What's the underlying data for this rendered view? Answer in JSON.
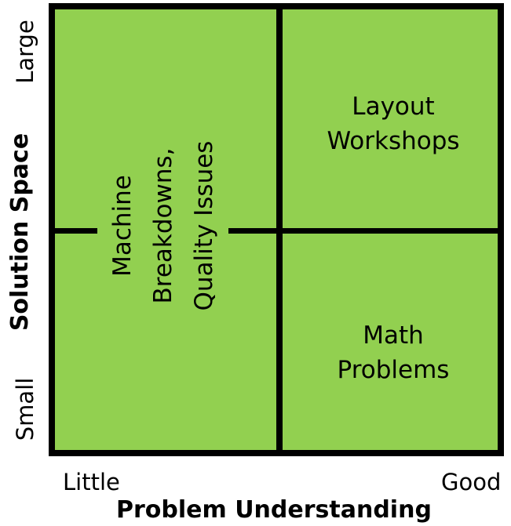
{
  "colors": {
    "quadrant_fill": "#92d050",
    "lines": "#000000"
  },
  "quadrants": {
    "top_right": {
      "lines": [
        "Layout",
        "Workshops"
      ]
    },
    "bottom_right": {
      "lines": [
        "Math",
        "Problems"
      ]
    },
    "left_spanning": {
      "lines": [
        "Machine",
        "Breakdowns,",
        "Quality Issues"
      ]
    }
  },
  "x_axis": {
    "title": "Problem Understanding",
    "tick_low": "Little",
    "tick_high": "Good"
  },
  "y_axis": {
    "title": "Solution Space",
    "tick_low": "Small",
    "tick_high": "Large"
  }
}
